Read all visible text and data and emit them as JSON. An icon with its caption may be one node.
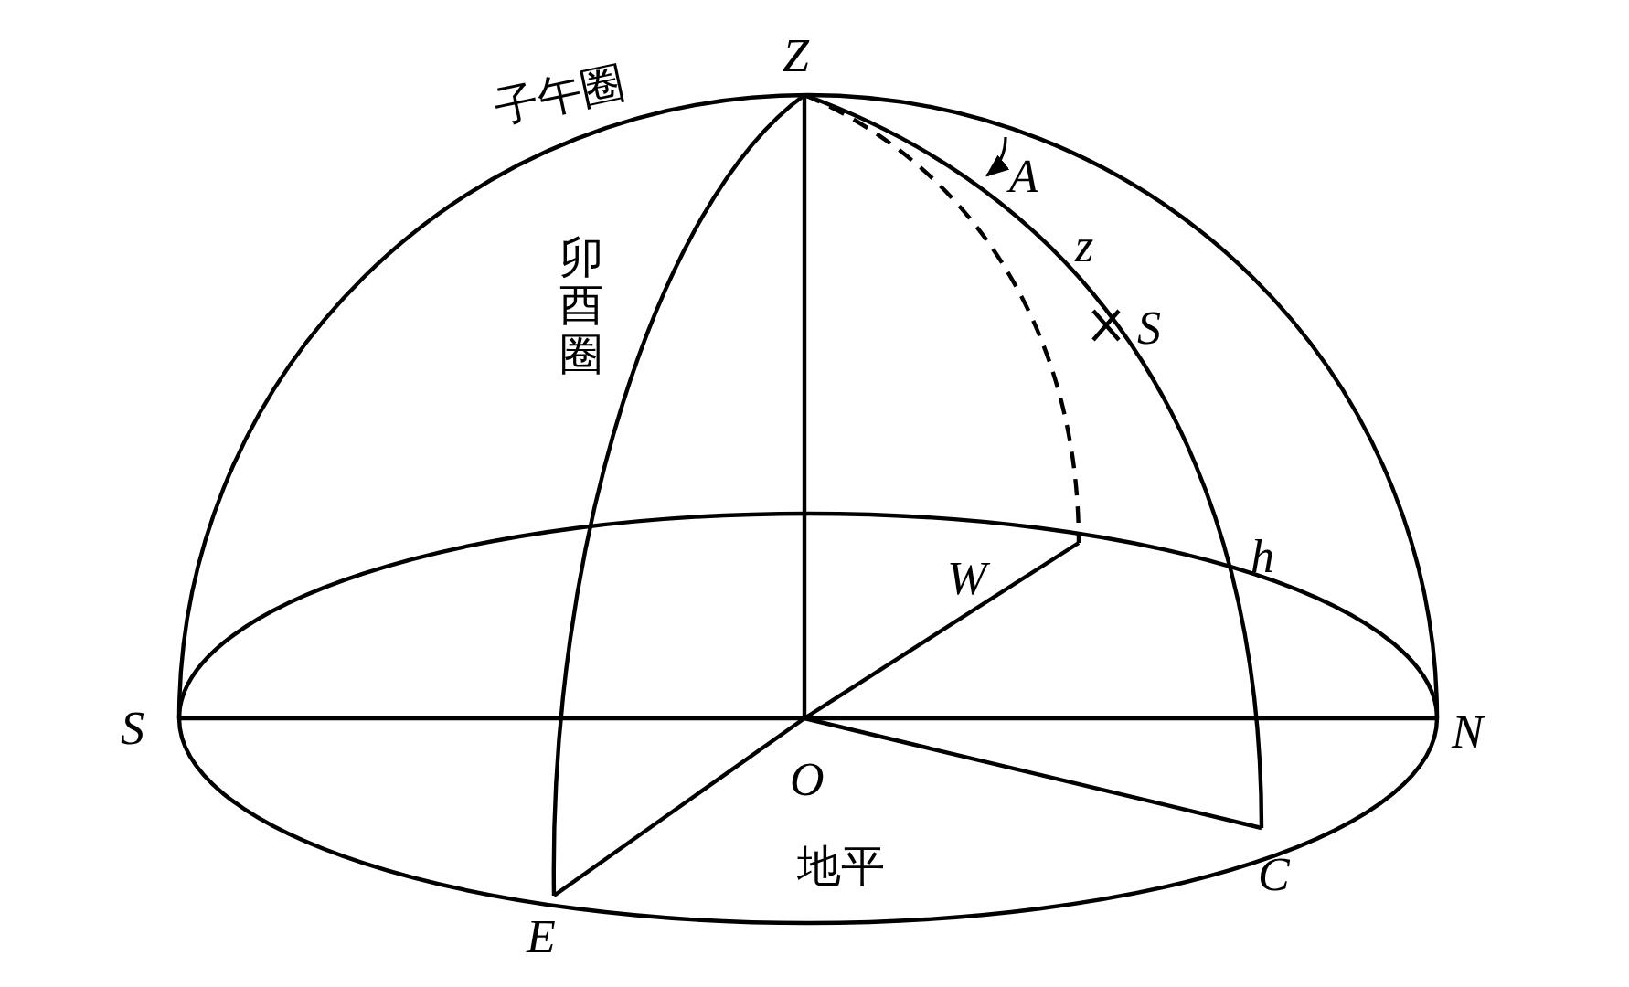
{
  "diagram": {
    "labels": [
      "子午圈",
      "Z",
      "A",
      "z",
      "S",
      "卯酉圈",
      "h",
      "W",
      "S",
      "O",
      "N",
      "地平",
      "C",
      "E"
    ]
  }
}
